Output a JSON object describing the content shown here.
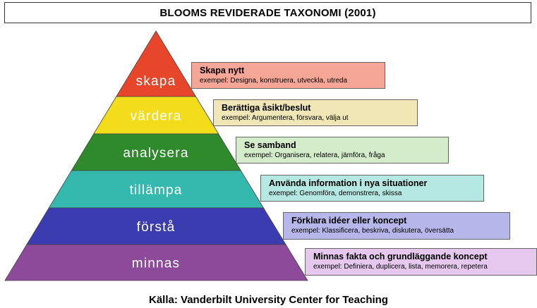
{
  "title": "BLOOMS REVIDERADE TAXONOMI (2001)",
  "levels": [
    {
      "label": "skapa",
      "color": "#e8462a",
      "heading": "Skapa nytt",
      "example": "exempel: Designa, konstruera, utveckla, utreda",
      "box_color": "#f5a696"
    },
    {
      "label": "värdera",
      "color": "#f2dc1c",
      "heading": "Berättiga åsikt/beslut",
      "example": "exempel: Argumentera, försvara, välja ut",
      "box_color": "#f0e6b6"
    },
    {
      "label": "analysera",
      "color": "#2e8a2a",
      "heading": "Se samband",
      "example": "exempel: Organisera, relatera, jämföra, fråga",
      "box_color": "#d4ecca"
    },
    {
      "label": "tillämpa",
      "color": "#35b8ad",
      "heading": "Använda information i nya situationer",
      "example": "exempel: Genomföra, demonstrera, skissa",
      "box_color": "#b5e8e2"
    },
    {
      "label": "förstå",
      "color": "#3a3cb0",
      "heading": "Förklara idéer eller koncept",
      "example": "exempel: Klassificera, beskriva, diskutera, översätta",
      "box_color": "#b6b6ea"
    },
    {
      "label": "minnas",
      "color": "#8e4a9a",
      "heading": "Minnas fakta och grundläggande koncept",
      "example": "exempel: Definiera, duplicera, lista, memorera, repetera",
      "box_color": "#e6c8ee"
    }
  ],
  "source": "Källa: Vanderbilt University Center for Teaching"
}
